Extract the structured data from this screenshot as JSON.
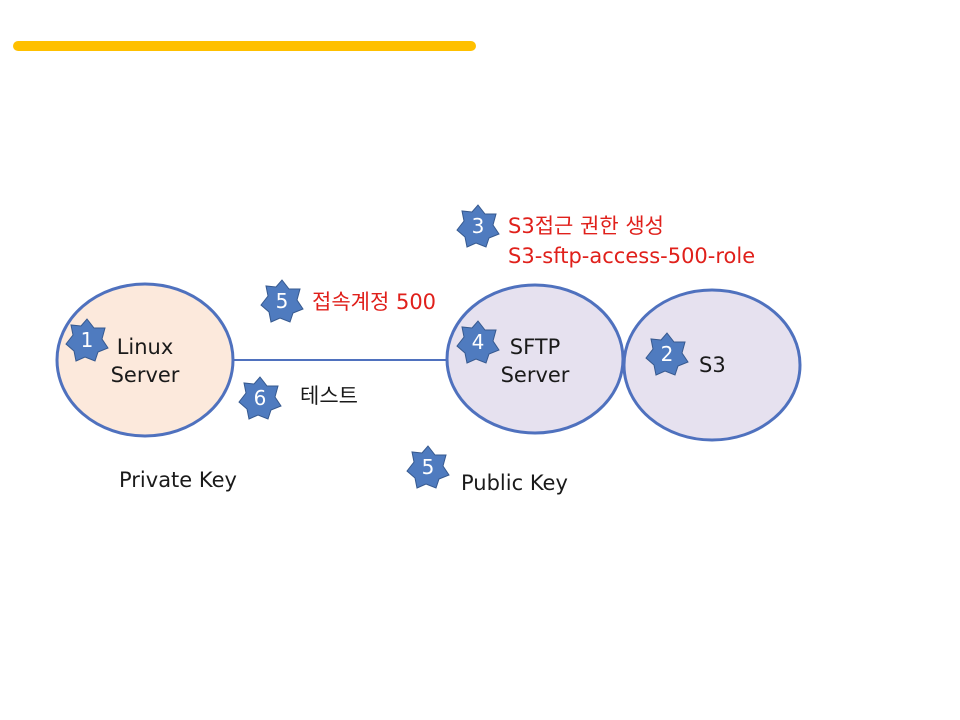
{
  "nodes": {
    "linux": {
      "line1": "Linux",
      "line2": "Server",
      "fill": "#fce9dc"
    },
    "sftp": {
      "line1": "SFTP",
      "line2": "Server",
      "fill": "#e6e1ef"
    },
    "s3": {
      "label": "S3",
      "fill": "#e6e1ef"
    }
  },
  "badges": {
    "b1": "1",
    "b2": "2",
    "b3": "3",
    "b4": "4",
    "b5a": "5",
    "b5b": "5",
    "b6": "6"
  },
  "labels": {
    "s3_access_title": "S3접근 권한 생성",
    "s3_access_role": "S3-sftp-access-500-role",
    "account": "접속계정 500",
    "test": "테스트",
    "private_key": "Private Key",
    "public_key": "Public Key"
  },
  "colors": {
    "accent_bar": "#ffc000",
    "outline": "#4f71be",
    "badge": "#4f7bbf",
    "annotation_red": "#e0201b"
  }
}
